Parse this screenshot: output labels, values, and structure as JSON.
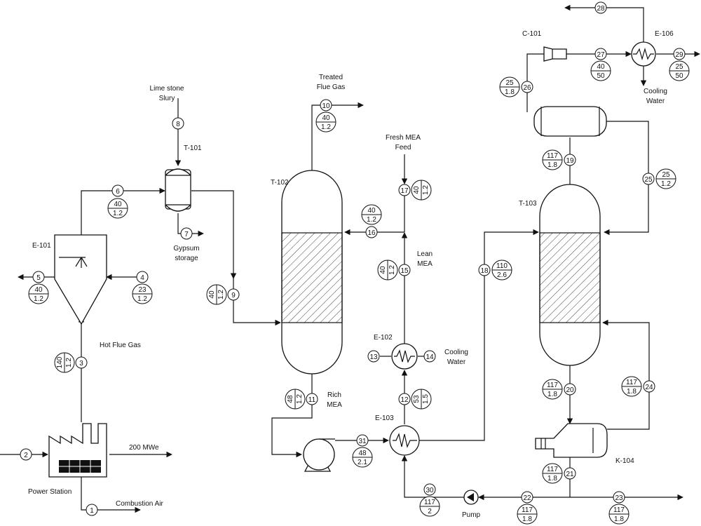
{
  "equipment": {
    "e101": "E-101",
    "t101": "T-101",
    "t102": "T-102",
    "t103": "T-103",
    "e102": "E-102",
    "e103": "E-103",
    "c101": "C-101",
    "e106": "E-106",
    "k104": "K-104"
  },
  "labels": {
    "lime_1": "Lime stone",
    "lime_2": "Slury",
    "treated_1": "Treated",
    "treated_2": "Flue Gas",
    "fresh_1": "Fresh MEA",
    "fresh_2": "Feed",
    "gypsum_1": "Gypsum",
    "gypsum_2": "storage",
    "lean_1": "Lean",
    "lean_2": "MEA",
    "rich_1": "Rich",
    "rich_2": "MEA",
    "hot_flue": "Hot Flue Gas",
    "cw1_1": "Cooling",
    "cw1_2": "Water",
    "cw2_1": "Cooling",
    "cw2_2": "Water",
    "power_out": "200 MWe",
    "power_station": "Power Station",
    "combustion_air": "Combustion Air",
    "pump": "Pump"
  },
  "streams": {
    "s1": "1",
    "s2": "2",
    "s3": "3",
    "s4": "4",
    "s5": "5",
    "s6": "6",
    "s7": "7",
    "s8": "8",
    "s9": "9",
    "s10": "10",
    "s11": "11",
    "s12": "12",
    "s13": "13",
    "s14": "14",
    "s15": "15",
    "s16": "16",
    "s17": "17",
    "s18": "18",
    "s19": "19",
    "s20": "20",
    "s21": "21",
    "s22": "22",
    "s23": "23",
    "s24": "24",
    "s25": "25",
    "s26": "26",
    "s27": "27",
    "s28": "28",
    "s29": "29",
    "s30": "30",
    "s31": "31"
  },
  "conditions": {
    "c3": {
      "t": "140",
      "p": "1.2"
    },
    "c4": {
      "t": "23",
      "p": "1.2"
    },
    "c5": {
      "t": "40",
      "p": "1.2"
    },
    "c6": {
      "t": "40",
      "p": "1.2"
    },
    "c9": {
      "t": "40",
      "p": "1.2"
    },
    "c10": {
      "t": "40",
      "p": "1.2"
    },
    "c11": {
      "t": "48",
      "p": "1.2"
    },
    "c12": {
      "t": "53",
      "p": "1.5"
    },
    "c15": {
      "t": "40",
      "p": "1.2"
    },
    "c16": {
      "t": "40",
      "p": "1.2"
    },
    "c17": {
      "t": "40",
      "p": "1.2"
    },
    "c18": {
      "t": "110",
      "p": "2.6"
    },
    "c19": {
      "t": "117",
      "p": "1.8"
    },
    "c20": {
      "t": "117",
      "p": "1.8"
    },
    "c21": {
      "t": "117",
      "p": "1.8"
    },
    "c22": {
      "t": "117",
      "p": "1.8"
    },
    "c23": {
      "t": "117",
      "p": "1.8"
    },
    "c24": {
      "t": "117",
      "p": "1.8"
    },
    "c25": {
      "t": "25",
      "p": "1.2"
    },
    "c26": {
      "t": "25",
      "p": "1.8"
    },
    "c27": {
      "t": "40",
      "p": "50"
    },
    "c29": {
      "t": "25",
      "p": "50"
    },
    "c30": {
      "t": "117",
      "p": "2"
    },
    "c31": {
      "t": "48",
      "p": "2.1"
    }
  }
}
